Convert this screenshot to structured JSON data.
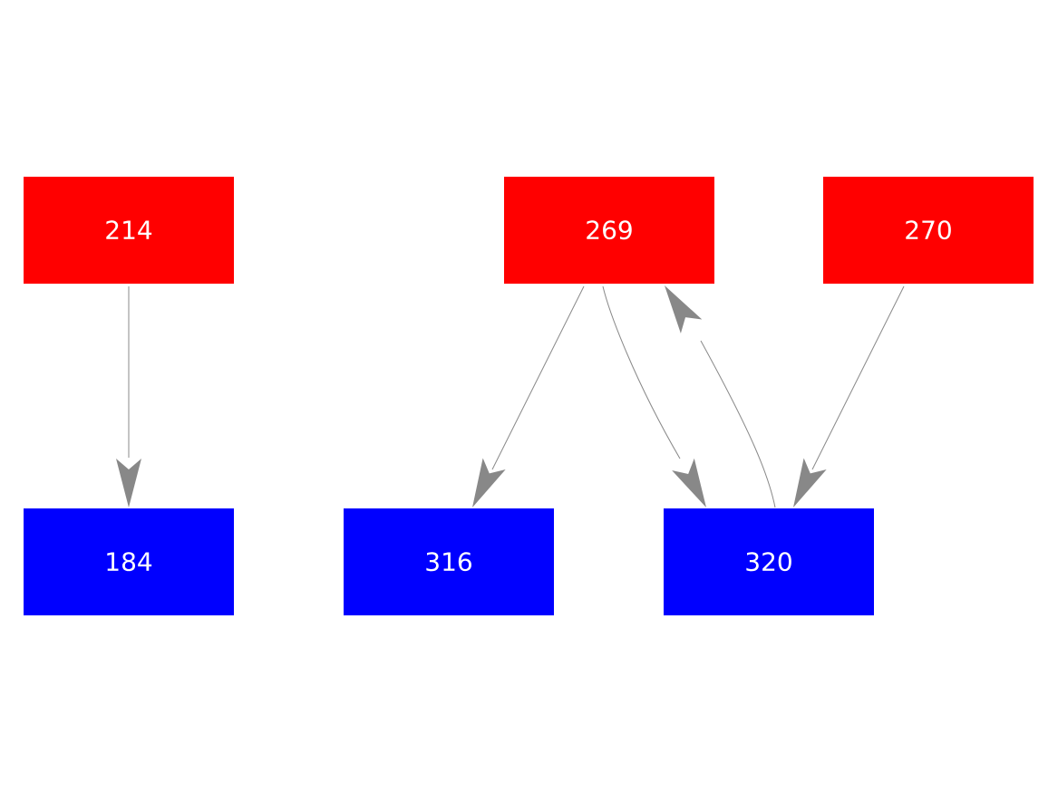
{
  "colors": {
    "source_node": "#ff0000",
    "target_node": "#0000ff",
    "edge": "#888888",
    "label": "#ffffff",
    "background": "#ffffff"
  },
  "nodes": [
    {
      "id": "214",
      "label": "214",
      "group": "source"
    },
    {
      "id": "269",
      "label": "269",
      "group": "source"
    },
    {
      "id": "270",
      "label": "270",
      "group": "source"
    },
    {
      "id": "184",
      "label": "184",
      "group": "target"
    },
    {
      "id": "316",
      "label": "316",
      "group": "target"
    },
    {
      "id": "320",
      "label": "320",
      "group": "target"
    }
  ],
  "edges": [
    {
      "from": "214",
      "to": "184"
    },
    {
      "from": "269",
      "to": "316"
    },
    {
      "from": "269",
      "to": "320"
    },
    {
      "from": "320",
      "to": "269"
    },
    {
      "from": "270",
      "to": "320"
    }
  ]
}
